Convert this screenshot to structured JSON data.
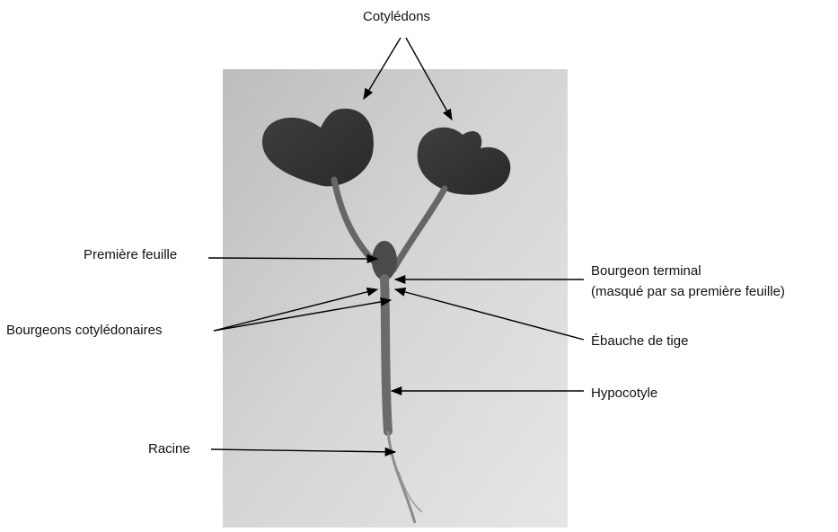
{
  "figure": {
    "labels": {
      "cotyledons": "Cotylédons",
      "premiere_feuille": "Première feuille",
      "bourgeons_cotyledonaires": "Bourgeons cotylédonaires",
      "bourgeon_terminal_line1": "Bourgeon terminal",
      "bourgeon_terminal_line2": "(masqué par sa première feuille)",
      "ebauche_de_tige": "Ébauche de tige",
      "hypocotyle": "Hypocotyle",
      "racine": "Racine"
    },
    "colors": {
      "photo_background": "#cdcdcd",
      "leaf": "#3a3a3a",
      "stem": "#5a5a5a",
      "arrow": "#000000"
    }
  }
}
